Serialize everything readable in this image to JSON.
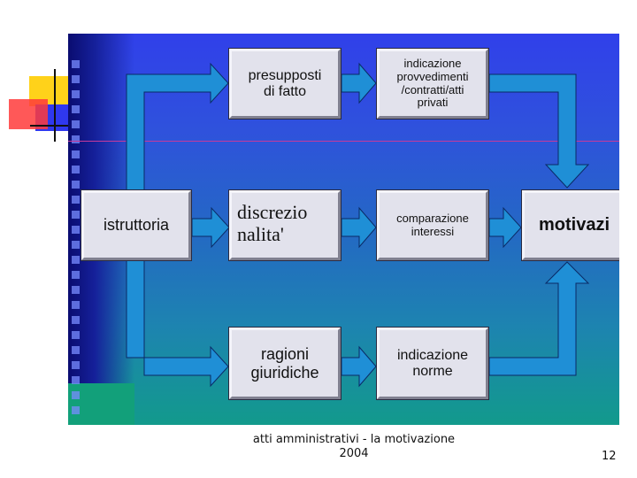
{
  "diagram": {
    "nodes": [
      {
        "id": "istruttoria",
        "label": "istruttoria"
      },
      {
        "id": "presupposti",
        "label": "presupposti\ndi fatto"
      },
      {
        "id": "discrezionalita",
        "label": "discrezio\nnalita'"
      },
      {
        "id": "ragioni",
        "label": "ragioni\ngiuridiche"
      },
      {
        "id": "provvedimenti",
        "label": "indicazione\nprovvedimenti\n/contratti/atti\nprivati"
      },
      {
        "id": "comparazione",
        "label": "comparazione\ninteressi"
      },
      {
        "id": "norme",
        "label": "indicazione\nnorme"
      },
      {
        "id": "motivazione",
        "label": "motivazi"
      }
    ],
    "edges": [
      {
        "from": "istruttoria",
        "to": "presupposti"
      },
      {
        "from": "istruttoria",
        "to": "discrezionalita"
      },
      {
        "from": "istruttoria",
        "to": "ragioni"
      },
      {
        "from": "presupposti",
        "to": "provvedimenti"
      },
      {
        "from": "discrezionalita",
        "to": "comparazione"
      },
      {
        "from": "ragioni",
        "to": "norme"
      },
      {
        "from": "provvedimenti",
        "to": "motivazione"
      },
      {
        "from": "comparazione",
        "to": "motivazione"
      },
      {
        "from": "norme",
        "to": "motivazione"
      }
    ]
  },
  "footer": {
    "title": "atti amministrativi - la motivazione\n2004",
    "page_number": "12"
  },
  "colors": {
    "arrow": "#1f8fd6",
    "arrow_outline": "#0a2a66",
    "box": "#e2e2ec"
  }
}
